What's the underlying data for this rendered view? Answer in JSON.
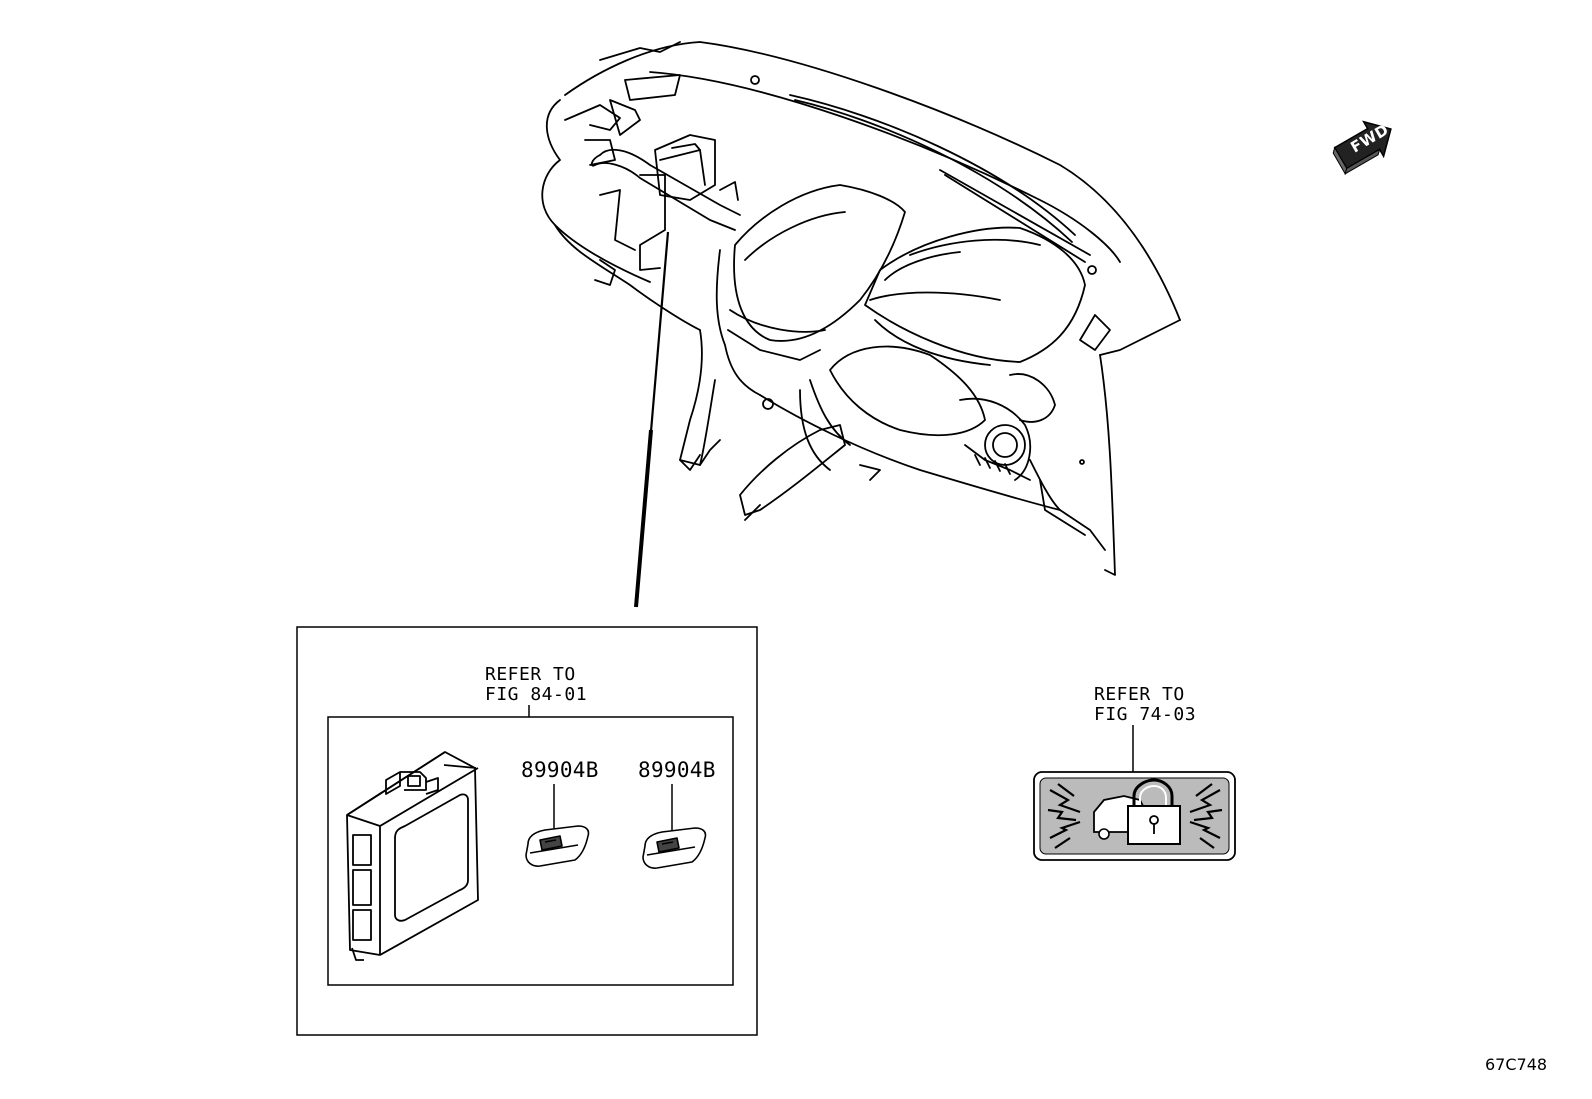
{
  "diagram": {
    "direction_arrow": {
      "label": "FWD",
      "icon": "fwd-arrow-icon"
    },
    "callout_box_left": {
      "reference": {
        "line1": "REFER TO",
        "line2": "FIG 84-01"
      },
      "parts": [
        {
          "number": "89904B",
          "icon": "smart-key-icon"
        },
        {
          "number": "89904B",
          "icon": "smart-key-icon"
        }
      ],
      "module_icon": "ecu-module-icon"
    },
    "callout_right": {
      "reference": {
        "line1": "REFER TO",
        "line2": "FIG 74-03"
      },
      "icon": "immobiliser-lock-icon"
    },
    "illustration_code": "67C748",
    "illustration_icon": "instrument-panel-icon"
  }
}
